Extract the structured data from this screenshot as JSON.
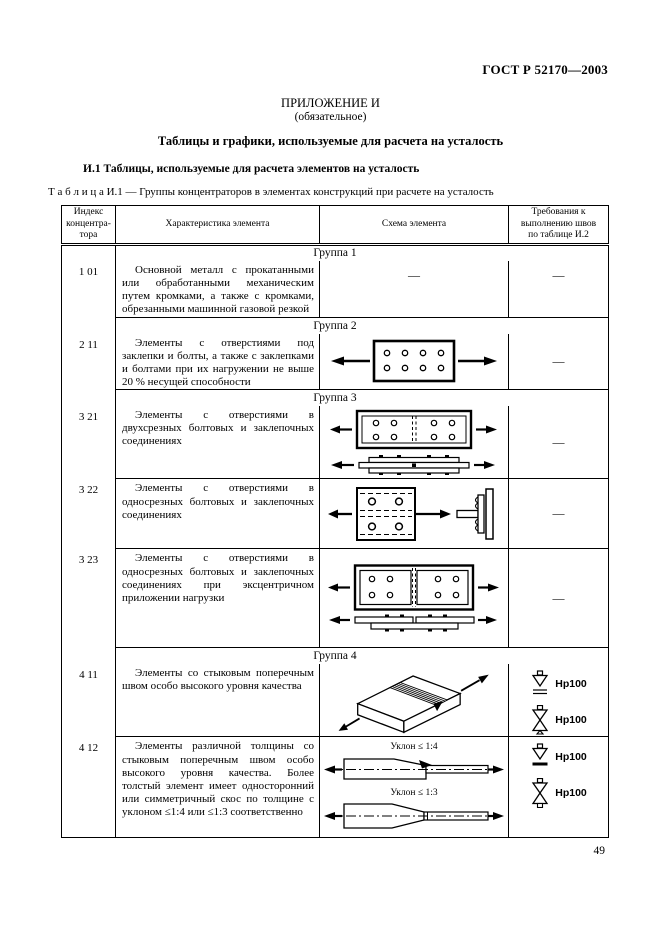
{
  "doc": {
    "code": "ГОСТ Р 52170—2003",
    "page_number": "49"
  },
  "appendix": {
    "title": "ПРИЛОЖЕНИЕ И",
    "subtitle": "(обязательное)",
    "heading": "Таблицы и графики, используемые для расчета на усталость",
    "section_heading": "И.1 Таблицы, используемые для расчета элементов на усталость",
    "table_caption": "Т а б л и ц а  И.1 — Группы концентраторов в элементах конструкций при расчете на усталость"
  },
  "table": {
    "headers": {
      "col1": "Индекс\nконцентра-\nтора",
      "col2": "Характеристика элемента",
      "col3": "Схема элемента",
      "col4": "Требования к\nвыполнению швов\nпо таблице И.2"
    },
    "dash": "—",
    "weld_requirement_label": "Нр100",
    "group1": {
      "label": "Группа 1",
      "row101": {
        "index": "1 01",
        "desc": "Основной металл с прокатанными или обработанными механическим путем кромками, а также с кромками, обрезанными машинной газовой резкой"
      }
    },
    "group2": {
      "label": "Группа 2",
      "row211": {
        "index": "2 11",
        "desc": "Элементы с отверстиями под заклепки и болты, а также с заклепками и болтами при их нагружении не выше 20 % несущей способности"
      }
    },
    "group3": {
      "label": "Группа 3",
      "row321": {
        "index": "3 21",
        "desc": "Элементы с отверстиями в двухсрезных болтовых и заклепочных соединениях"
      },
      "row322": {
        "index": "3 22",
        "desc": "Элементы с отверстиями в односрезных болтовых и заклепочных соединениях"
      },
      "row323": {
        "index": "3 23",
        "desc": "Элементы с отверстиями в односрезных болтовых и заклепочных соединениях при эксцентричном приложении нагрузки"
      }
    },
    "group4": {
      "label": "Группа 4",
      "row411": {
        "index": "4 11",
        "desc": "Элементы со стыковым поперечным швом особо высокого уровня качества"
      },
      "row412": {
        "index": "4 12",
        "desc": "Элементы различной толщины со стыковым поперечным швом особо высокого уровня качества. Более толстый элемент имеет односторонний или симметричный скос по толщине с уклоном ≤1:4 или ≤1:3 соответственно",
        "slope_label_1": "Уклон ≤ 1:4",
        "slope_label_2": "Уклон ≤ 1:3"
      }
    }
  }
}
